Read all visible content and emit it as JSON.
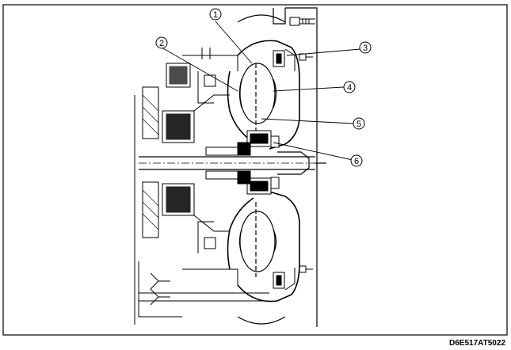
{
  "figure": {
    "code": "D6E517AT5022",
    "callouts": [
      {
        "id": "1",
        "label": "1"
      },
      {
        "id": "2",
        "label": "2"
      },
      {
        "id": "3",
        "label": "3"
      },
      {
        "id": "4",
        "label": "4"
      },
      {
        "id": "5",
        "label": "5"
      },
      {
        "id": "6",
        "label": "6"
      }
    ]
  },
  "colors": {
    "line": "#000000",
    "background": "#ffffff"
  }
}
